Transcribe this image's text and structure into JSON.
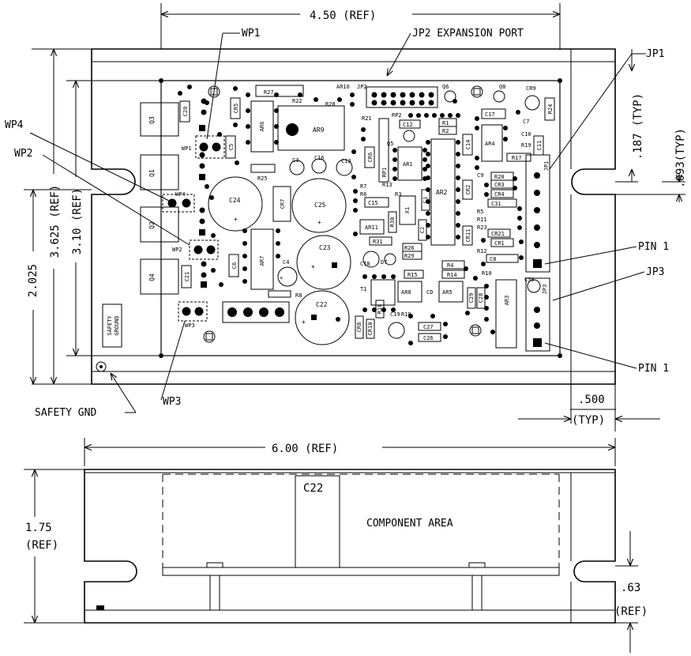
{
  "labels": {
    "wp1": "WP1",
    "wp2": "WP2",
    "wp3": "WP3",
    "wp4": "WP4",
    "jp1": "JP1",
    "jp2_port": "JP2 EXPANSION PORT",
    "jp3": "JP3",
    "pin1_a": "PIN 1",
    "pin1_b": "PIN 1",
    "safety_gnd": "SAFETY GND",
    "safety_ground_1": "SAFETY",
    "safety_ground_2": "GROUND",
    "component_area": "COMPONENT AREA",
    "c22_side": "C22"
  },
  "dims": {
    "top_width": "4.50 (REF)",
    "left_outer": "3.625 (REF)",
    "left_inner": "3.10 (REF)",
    "left_lower": "2.025",
    "tick187": ".187 (TYP)",
    "tick093": ".093(TYP)",
    "d500": ".500",
    "d500_typ": "(TYP)",
    "bottom_width": "6.00 (REF)",
    "height175": "1.75",
    "height175_ref": "(REF)",
    "d63": ".63",
    "d63_ref": "(REF)"
  },
  "components": {
    "q3": "Q3",
    "q1": "Q1",
    "q2": "Q2",
    "q4": "Q4",
    "c20": "C20",
    "c21": "C21",
    "c5": "C5",
    "c6": "C6",
    "cr5": "CR5",
    "r27": "R27",
    "r22": "R22",
    "r28": "R28",
    "ar10": "AR10",
    "jp2": "JP2",
    "q6": "Q6",
    "q8": "Q8",
    "cr9": "CR9",
    "r24": "R24",
    "ar6": "AR6",
    "ar9": "AR9",
    "r21": "R21",
    "rp2": "RP2",
    "c12": "C12",
    "r1": "R1",
    "r2": "R2",
    "c17": "C17",
    "c7": "C7",
    "ar4": "AR4",
    "c10": "C10",
    "r19": "R19",
    "c11": "C11",
    "r17": "R17",
    "q5": "Q5",
    "cr6": "CR6",
    "ar1": "AR1",
    "rp1": "RP1",
    "c14": "C14",
    "c3": "C3",
    "c16": "C16",
    "c13": "C13",
    "r25": "R25",
    "c24": "C24",
    "cr7": "CR7",
    "c25": "C25",
    "ar2": "AR2",
    "c9": "C9",
    "r20": "R20",
    "cr3": "CR3",
    "cr4": "CR4",
    "c31": "C31",
    "r13": "R13",
    "r7": "R7",
    "r6": "R6",
    "r3": "R3",
    "c15": "C15",
    "cr2_": "CR2",
    "r5": "R5",
    "r11": "R11",
    "r23": "R23",
    "x1": "X1",
    "c1": "C1",
    "ar11": "AR11",
    "r30": "R30",
    "c2": "C2",
    "r31": "R31",
    "cr21": "CR21",
    "cr1": "CR1",
    "cr11": "CR11",
    "r12": "R12",
    "c8": "C8",
    "c23": "C23",
    "r26": "R26",
    "r29": "R29",
    "ar7": "AR7",
    "c4": "C4",
    "c18": "C18",
    "r4": "R4",
    "d7": "D7",
    "r15": "R15",
    "r14": "R14",
    "r10": "R10",
    "c30": "C30",
    "r8": "R8",
    "t1": "T1",
    "ar8": "AR8",
    "cd": "CD",
    "ar5": "AR5",
    "c29": "C29",
    "c28": "C28",
    "ar3": "AR3",
    "c22": "C22",
    "r16": "R16",
    "r18": "R18",
    "c19": "C19",
    "c27": "C27",
    "cr8": "CR8",
    "cr10": "CR10",
    "c26": "C26",
    "jp1_pcb": "JP1",
    "jp3_pcb": "JP3"
  }
}
